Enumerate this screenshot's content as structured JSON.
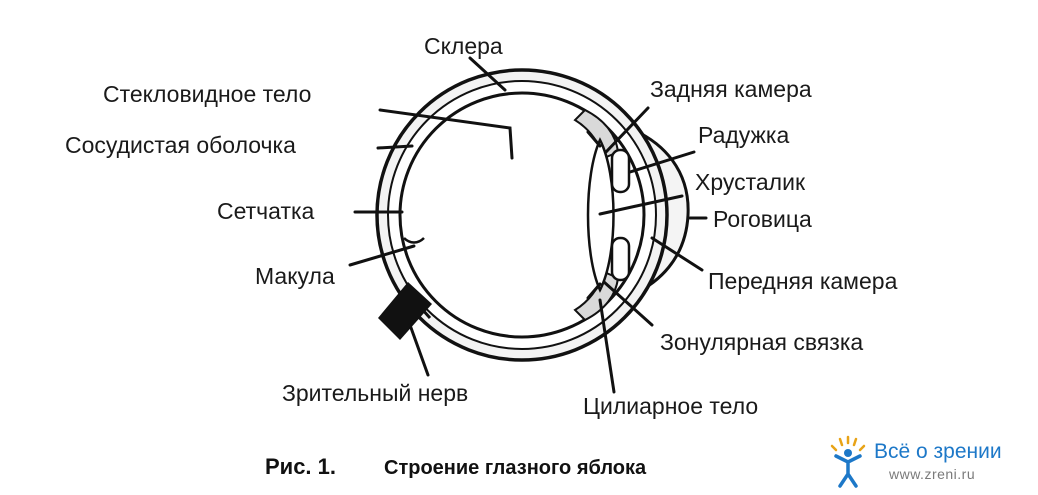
{
  "labels": {
    "sclera": "Склера",
    "vitreous_body": "Стекловидное тело",
    "choroid": "Сосудистая оболочка",
    "retina": "Сетчатка",
    "macula": "Макула",
    "optic_nerve": "Зрительный нерв",
    "posterior_chamber": "Задняя камера",
    "iris": "Радужка",
    "lens": "Хрусталик",
    "cornea": "Роговица",
    "anterior_chamber": "Передняя камера",
    "zonular_ligament": "Зонулярная связка",
    "ciliary_body": "Цилиарное тело"
  },
  "caption": {
    "figure": "Рис.  1.",
    "text": "Строение глазного яблока"
  },
  "brand": {
    "name": "Всё о зрении",
    "url": "www.zreni.ru",
    "accent_color": "#1d78c8",
    "icon": "person-eye-logo-icon"
  }
}
